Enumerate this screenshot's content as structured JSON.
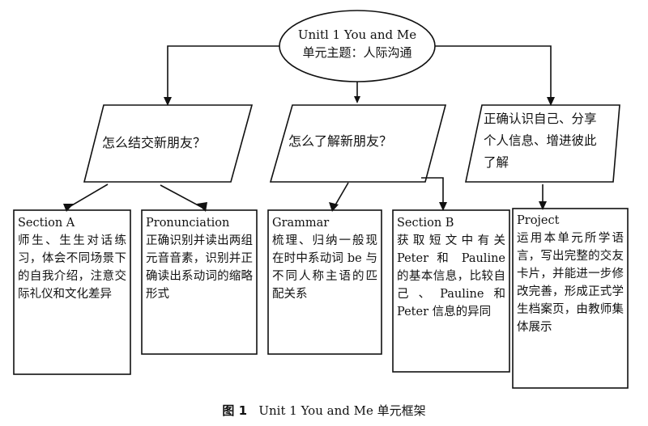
{
  "root": {
    "line1": "Unitl 1 You and Me",
    "line2": "单元主题：人际沟通"
  },
  "questions": [
    {
      "text": "怎么结交新朋友？"
    },
    {
      "text": "怎么了解新朋友？"
    },
    {
      "text": "正确认识自己、分享个人信息、增进彼此了解"
    }
  ],
  "sections": [
    {
      "title": "Section A",
      "body": "师生、生生对话练习，体会不同场景下的自我介绍，注意交际礼仪和文化差异"
    },
    {
      "title": "Pronunciation",
      "body": "正确识别并读出两组元音音素，识别并正确读出系动词的缩略形式"
    },
    {
      "title": "Grammar",
      "body": "梳理、归纳一般现在时中系动词 be 与不同人称主语的匹配关系"
    },
    {
      "title": "Section B",
      "body": "获取短文中有关 Peter 和 Pauline 的基本信息，比较自己、Pauline和 Peter 信息的异同"
    },
    {
      "title": "Project",
      "body": "运用本单元所学语言，写出完整的交友卡片，并能进一步修改完善，形成正式学生档案页，由教师集体展示"
    }
  ],
  "caption": {
    "label": "图 1",
    "text": "Unit 1 You and Me 单元框架"
  }
}
